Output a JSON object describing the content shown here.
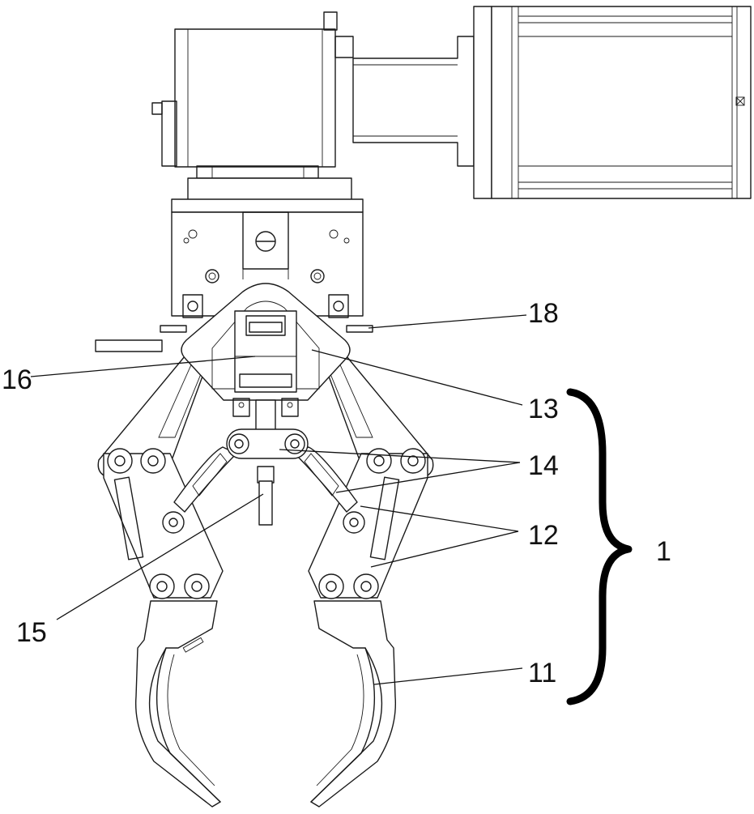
{
  "labels": {
    "l18": "18",
    "l16": "16",
    "l13": "13",
    "l14": "14",
    "l12": "12",
    "l15": "15",
    "l11": "11",
    "l1": "1"
  }
}
